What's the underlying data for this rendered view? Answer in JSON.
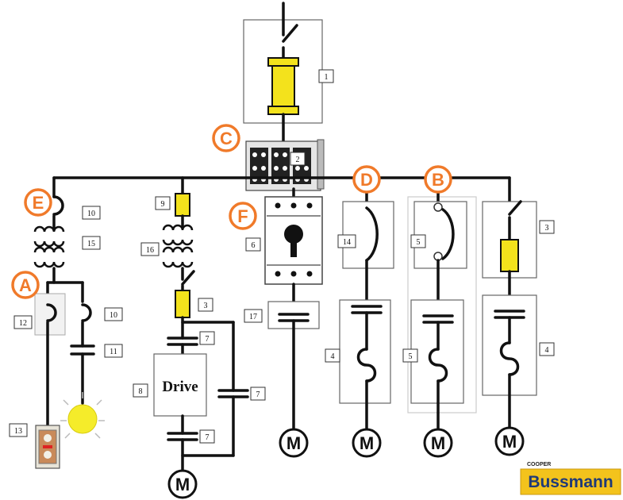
{
  "callouts": {
    "a": "A",
    "b": "B",
    "c": "C",
    "d": "D",
    "e": "E",
    "f": "F"
  },
  "tags": {
    "t1": "1",
    "t2": "2",
    "t3a": "3",
    "t3b": "3",
    "t4a": "4",
    "t4b": "4",
    "t5a": "5",
    "t5b": "5",
    "t6": "6",
    "t7a": "7",
    "t7b": "7",
    "t7c": "7",
    "t8": "8",
    "t9": "9",
    "t10a": "10",
    "t10b": "10",
    "t11": "11",
    "t12": "12",
    "t13": "13",
    "t14": "14",
    "t15": "15",
    "t16": "16",
    "t17": "17"
  },
  "motor_label": "M",
  "drive_label": "Drive",
  "logo": {
    "brand": "Bussmann",
    "parent": "COOPER"
  },
  "colors": {
    "fuse": "#f3e21c",
    "callout": "#f07a2a",
    "logo_bg": "#f3c31c",
    "logo_text": "#1f3a78"
  }
}
